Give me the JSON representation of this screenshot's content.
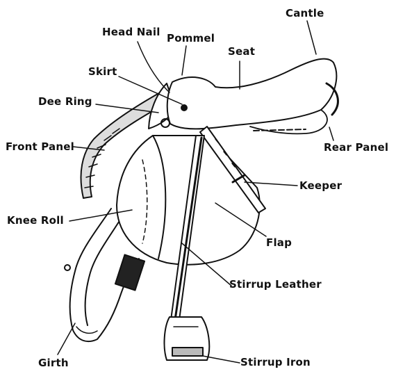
{
  "labels": {
    "cantle": "Cantle",
    "head_nail": "Head Nail",
    "pommel": "Pommel",
    "seat": "Seat",
    "skirt": "Skirt",
    "dee_ring": "Dee Ring",
    "front_panel": "Front Panel",
    "rear_panel": "Rear Panel",
    "keeper": "Keeper",
    "knee_roll": "Knee Roll",
    "flap": "Flap",
    "stirrup_leather": "Stirrup Leather",
    "girth": "Girth",
    "stirrup_iron": "Stirrup Iron"
  },
  "colors": {
    "ink": "#111111",
    "paper": "#ffffff",
    "hatch": "#333333"
  }
}
